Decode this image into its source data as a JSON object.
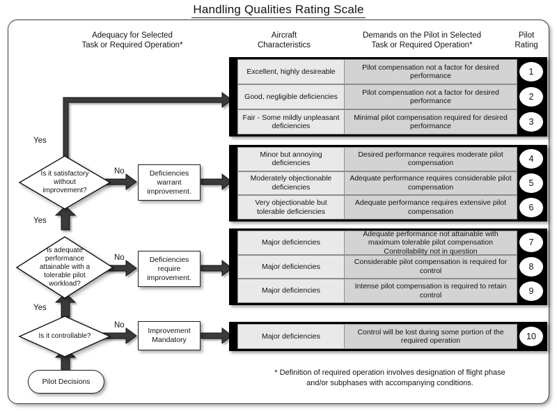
{
  "title": "Handling Qualities Rating Scale",
  "headers": {
    "adequacy": "Adequacy for Selected\nTask or Required  Operation*",
    "adequacy_line1": "Adequacy for Selected",
    "adequacy_line2": "Task or Required  Operation*",
    "aircraft_line1": "Aircraft",
    "aircraft_line2": "Characteristics",
    "demands_line1": "Demands on the Pilot in Selected",
    "demands_line2": "Task or Required Operation*",
    "rating_line1": "Pilot",
    "rating_line2": "Rating"
  },
  "groups": [
    {
      "id": "group-satisfactory",
      "rows": [
        {
          "characteristics": "Excellent, highly desireable",
          "demands": "Pilot compensation not a factor for desired performance",
          "rating": "1"
        },
        {
          "characteristics": "Good, negligible deficiencies",
          "demands": "Pilot compensation not a factor for desired performance",
          "rating": "2"
        },
        {
          "characteristics": "Fair - Some mildly unpleasant deficiencies",
          "demands": "Minimal pilot compensation required for desired performance",
          "rating": "3"
        }
      ]
    },
    {
      "id": "group-deficiencies-warrant",
      "rows": [
        {
          "characteristics": "Minor but annoying deficiencies",
          "demands": "Desired performance requires moderate pilot compensation",
          "rating": "4"
        },
        {
          "characteristics": "Moderately objectionable deficiencies",
          "demands": "Adequate performance requires considerable pilot compensation",
          "rating": "5"
        },
        {
          "characteristics": "Very objectionable but tolerable deficiencies",
          "demands": "Adequate performance requires extensive pilot compensation",
          "rating": "6"
        }
      ]
    },
    {
      "id": "group-deficiencies-require",
      "rows": [
        {
          "characteristics": "Major deficiencies",
          "demands": "Adequate performance not attainable with maximum tolerable pilot compensation Controllability not in question",
          "rating": "7"
        },
        {
          "characteristics": "Major deficiencies",
          "demands": "Considerable pilot compensation is required for control",
          "rating": "8"
        },
        {
          "characteristics": "Major deficiencies",
          "demands": "Intense pilot compensation is required to retain control",
          "rating": "9"
        }
      ]
    },
    {
      "id": "group-improvement-mandatory",
      "rows": [
        {
          "characteristics": "Major deficiencies",
          "demands": "Control will be lost during some portion of the required operation",
          "rating": "10"
        }
      ]
    }
  ],
  "flow": {
    "decisions": [
      {
        "id": "decision-satisfactory",
        "label": "Is it satisfactory without improvement?"
      },
      {
        "id": "decision-adequate-performance",
        "label": "Is adequate performance attainable with a tolerable pilot workload?"
      },
      {
        "id": "decision-controllable",
        "label": "Is it controllable?"
      }
    ],
    "processes": [
      {
        "id": "process-warrant",
        "label": "Deficiencies warrant improvement."
      },
      {
        "id": "process-require",
        "label": "Deficiencies require improvement."
      },
      {
        "id": "process-mandatory",
        "label": "Improvement Mandatory"
      }
    ],
    "start": {
      "id": "pilot-decisions",
      "label": "Pilot Decisions"
    },
    "labels": {
      "yes": "Yes",
      "no": "No"
    }
  },
  "footnote_line1": "* Definition of required operation involves designation of flight phase",
  "footnote_line2": "and/or subphases with accompanying conditions.",
  "colors": {
    "slab": "#000000",
    "characteristics_cell": "#e9e9e9",
    "demands_cell": "#d3d3d3",
    "frame_border": "#3a3a3a",
    "text": "#111111"
  }
}
